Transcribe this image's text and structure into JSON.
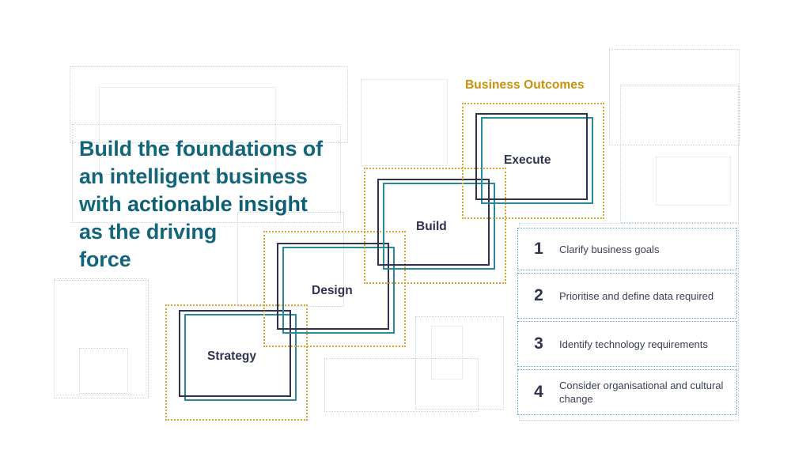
{
  "headline": {
    "line1": "Build the foundations of",
    "line2": "an intelligent business",
    "line3_pre": "with ",
    "line3_strong": "actionable insight",
    "line4": "as the driving",
    "line5": "force"
  },
  "outcomes": {
    "label": "Business Outcomes"
  },
  "stages": [
    {
      "label": "Strategy"
    },
    {
      "label": "Design"
    },
    {
      "label": "Build"
    },
    {
      "label": "Execute"
    }
  ],
  "checklist": [
    {
      "num": "1",
      "text": "Clarify business goals"
    },
    {
      "num": "2",
      "text": "Prioritise and define data required"
    },
    {
      "num": "3",
      "text": "Identify technology requirements"
    },
    {
      "num": "4",
      "text": "Consider organisational and cultural change"
    }
  ],
  "colors": {
    "headline_teal": "#12657a",
    "outcomes_gold": "#c8900a",
    "stage_navy": "#2f3350",
    "stage_teal": "#2a8a9b",
    "dotted_gold": "#dda52a",
    "list_border": "#6ba8c4",
    "deco_blue": "#bfd6e8",
    "deco_gray": "#d9dde0",
    "background": "#ffffff"
  }
}
